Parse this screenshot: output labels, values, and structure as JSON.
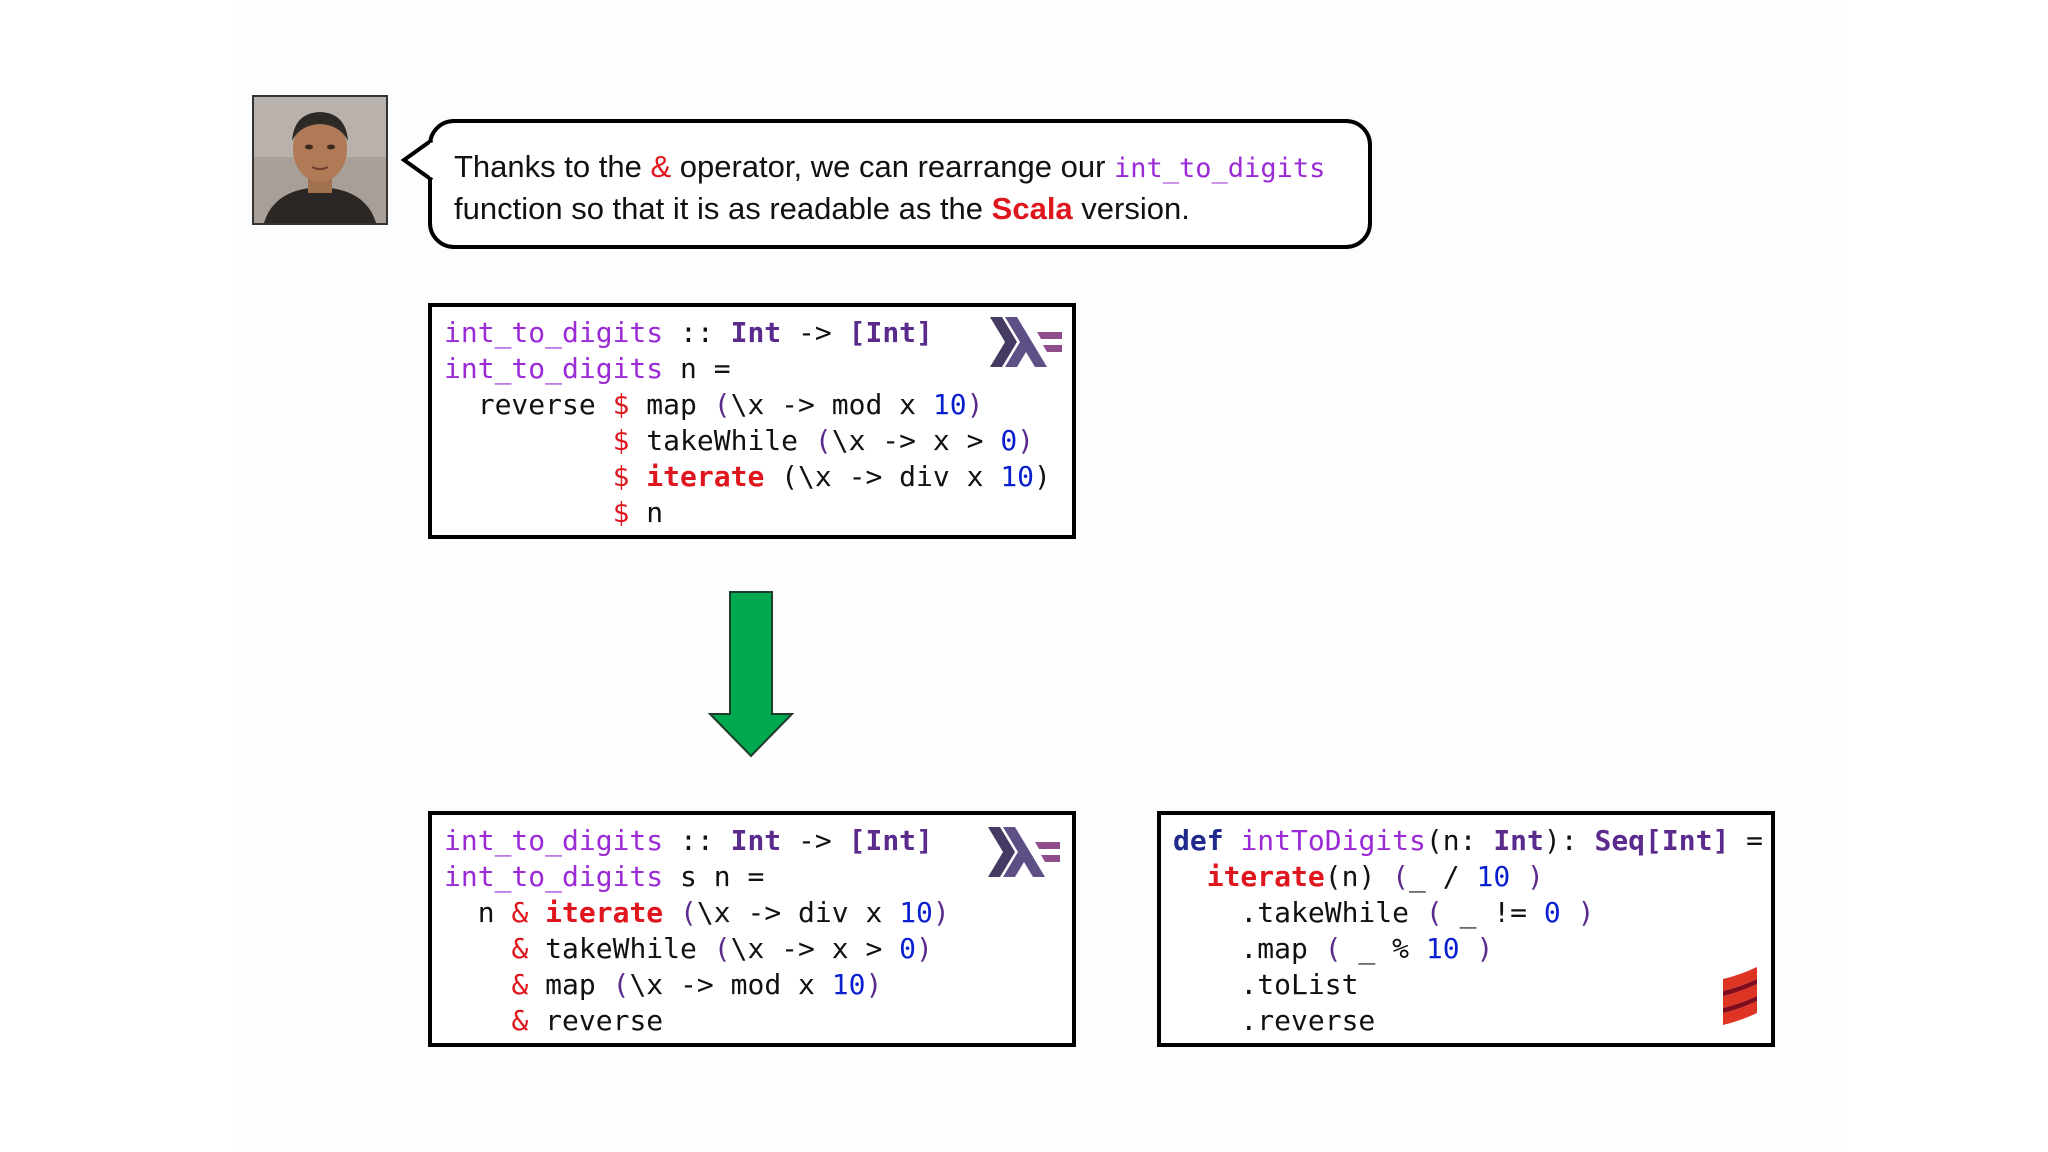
{
  "bubble": {
    "p1": "Thanks to the ",
    "amp": "&",
    "p2": " operator, we can rearrange our ",
    "fn": "int_to_digits",
    "p3": "function so that it is as readable as the ",
    "scala": "Scala",
    "p4": " version."
  },
  "code_before": {
    "language": "Haskell",
    "l1_fn": "int_to_digits",
    "l1_sig": " :: ",
    "l1_t1": "Int",
    "l1_arrow": " -> ",
    "l1_t2": "[Int]",
    "l2_fn": "int_to_digits",
    "l2_rest": " n =",
    "l3_a": "  reverse ",
    "l3_op": "$",
    "l3_b": " map ",
    "l3_p1": "(",
    "l3_c": "\\x -> mod x ",
    "l3_num": "10",
    "l3_p2": ")",
    "l4_a": "          ",
    "l4_op": "$",
    "l4_b": " takeWhile ",
    "l4_p1": "(",
    "l4_c": "\\x -> x > ",
    "l4_num": "0",
    "l4_p2": ")",
    "l5_a": "          ",
    "l5_op": "$",
    "l5_sp": " ",
    "l5_it": "iterate",
    "l5_b": " (\\x -> div x ",
    "l5_num": "10",
    "l5_p2": ")",
    "l6_a": "          ",
    "l6_op": "$",
    "l6_b": " n"
  },
  "code_after": {
    "language": "Haskell",
    "l1_fn": "int_to_digits",
    "l1_sig": " :: ",
    "l1_t1": "Int",
    "l1_arrow": " -> ",
    "l1_t2": "[Int]",
    "l2_fn": "int_to_digits",
    "l2_rest": " s n =",
    "l3_a": "  n ",
    "l3_op": "&",
    "l3_sp": " ",
    "l3_it": "iterate",
    "l3_b": " ",
    "l3_p1": "(",
    "l3_c": "\\x -> div x ",
    "l3_num": "10",
    "l3_p2": ")",
    "l4_a": "    ",
    "l4_op": "&",
    "l4_b": " takeWhile ",
    "l4_p1": "(",
    "l4_c": "\\x -> x > ",
    "l4_num": "0",
    "l4_p2": ")",
    "l5_a": "    ",
    "l5_op": "&",
    "l5_b": " map ",
    "l5_p1": "(",
    "l5_c": "\\x -> mod x ",
    "l5_num": "10",
    "l5_p2": ")",
    "l6_a": "    ",
    "l6_op": "&",
    "l6_b": " reverse"
  },
  "code_scala": {
    "language": "Scala",
    "l1_def": "def",
    "l1_sp": " ",
    "l1_fn": "intToDigits",
    "l1_b": "(n: ",
    "l1_t1": "Int",
    "l1_c": "): ",
    "l1_t2": "Seq[Int]",
    "l1_d": " =",
    "l2_a": "  ",
    "l2_it": "iterate",
    "l2_b": "(n) ",
    "l2_p1": "(",
    "l2_c": "_ / ",
    "l2_num": "10",
    "l2_sp": " ",
    "l2_p2": ")",
    "l3_a": "    .takeWhile ",
    "l3_p1": "(",
    "l3_c": " _ != ",
    "l3_num": "0",
    "l3_sp": " ",
    "l3_p2": ")",
    "l4_a": "    .map ",
    "l4_p1": "(",
    "l4_c": " _ % ",
    "l4_num": "10",
    "l4_sp": " ",
    "l4_p2": ")",
    "l5": "    .toList",
    "l6": "    .reverse"
  },
  "colors": {
    "red": "#e0161e",
    "purple": "#9b2bd6",
    "arrow_green": "#00a84f",
    "haskell_purple": "#5e5086"
  },
  "icons": [
    "avatar-photo",
    "speech-bubble",
    "haskell-logo",
    "scala-logo",
    "down-arrow"
  ]
}
